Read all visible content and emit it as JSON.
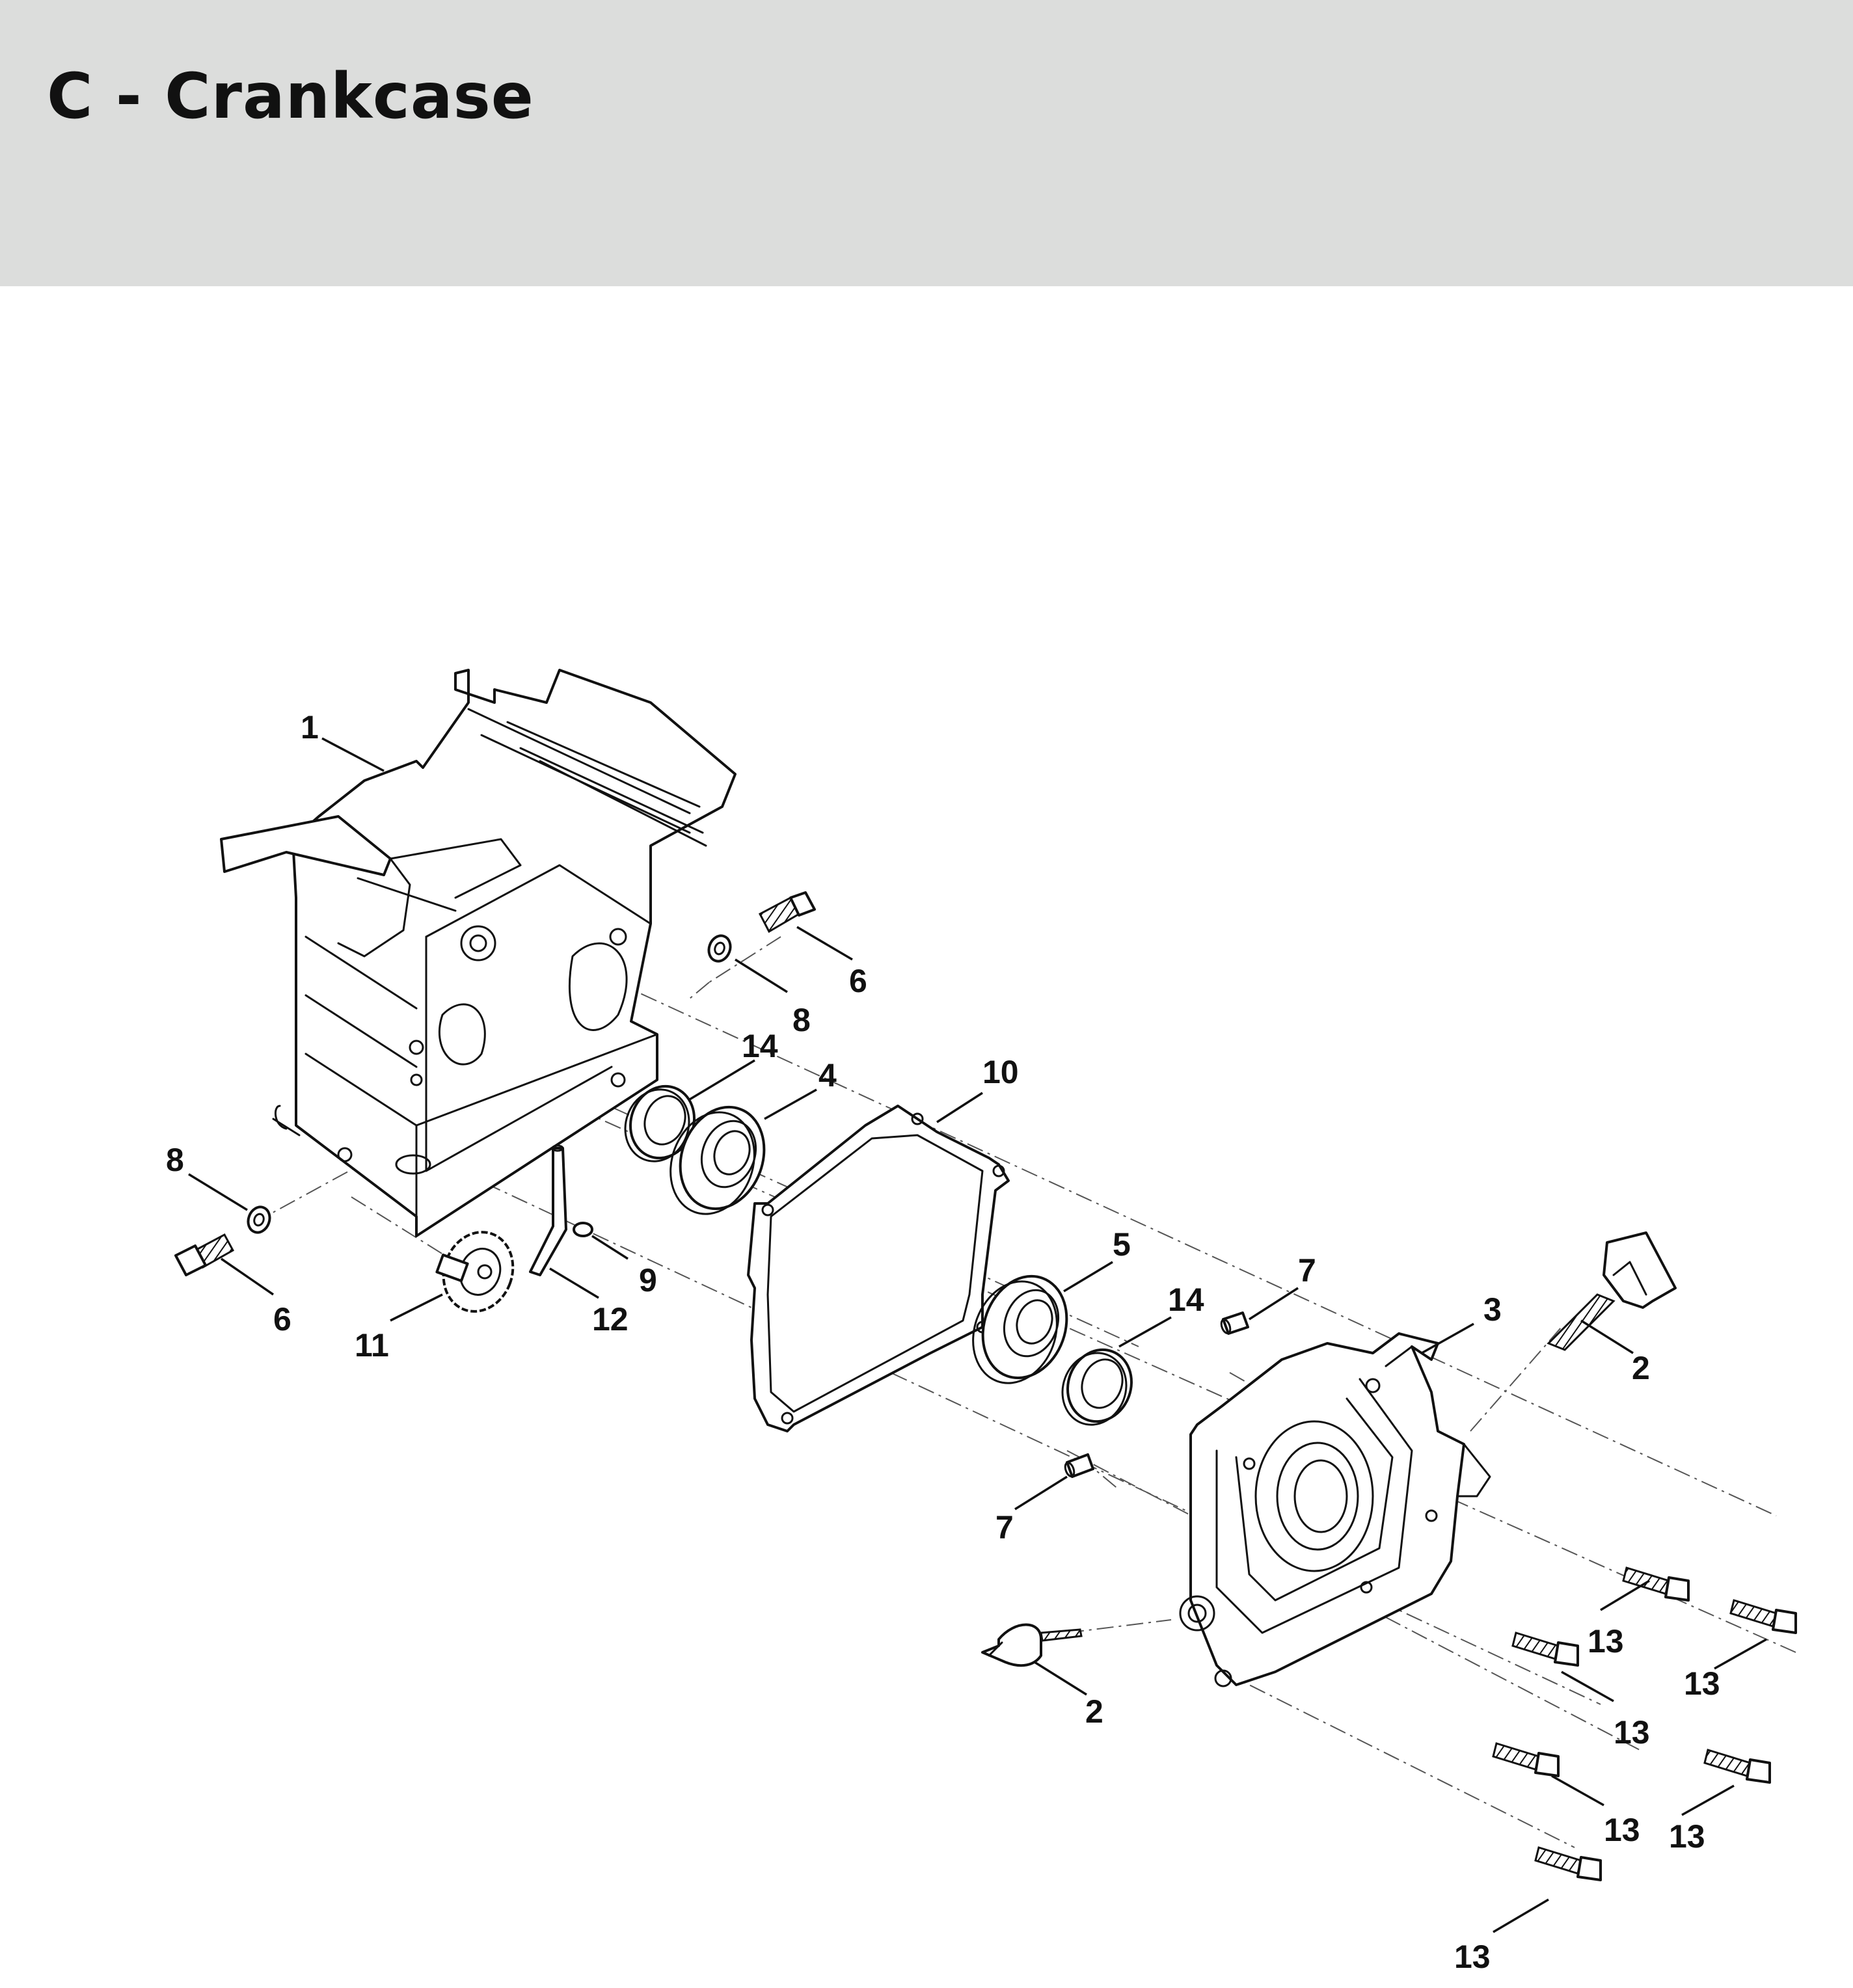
{
  "header": {
    "title": "C - Crankcase",
    "background": "#dcdddc"
  },
  "callouts": {
    "c1": "1",
    "c2a": "2",
    "c2b": "2",
    "c3": "3",
    "c4": "4",
    "c5": "5",
    "c6a": "6",
    "c6b": "6",
    "c7a": "7",
    "c7b": "7",
    "c8a": "8",
    "c8b": "8",
    "c9": "9",
    "c10": "10",
    "c11": "11",
    "c12": "12",
    "c13a": "13",
    "c13b": "13",
    "c13c": "13",
    "c13d": "13",
    "c13e": "13",
    "c13f": "13",
    "c14a": "14",
    "c14b": "14"
  }
}
